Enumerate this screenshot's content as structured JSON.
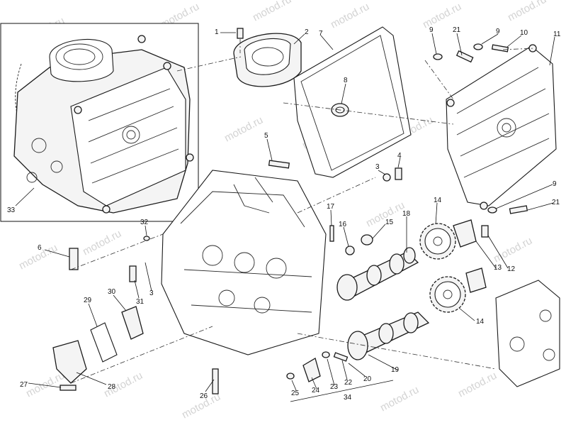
{
  "watermark": "motod.ru",
  "callouts": {
    "n1": "1",
    "n2": "2",
    "n3": "3",
    "n3b": "3",
    "n4": "4",
    "n5": "5",
    "n6": "6",
    "n7": "7",
    "n8": "8",
    "n9a": "9",
    "n9b": "9",
    "n9c": "9",
    "n10": "10",
    "n11": "11",
    "n12": "12",
    "n13": "13",
    "n14a": "14",
    "n14b": "14",
    "n15": "15",
    "n16": "16",
    "n17": "17",
    "n18": "18",
    "n19": "19",
    "n20": "20",
    "n21a": "21",
    "n21b": "21",
    "n22": "22",
    "n23": "23",
    "n24": "24",
    "n25": "25",
    "n26": "26",
    "n27": "27",
    "n28": "28",
    "n29": "29",
    "n30": "30",
    "n31": "31",
    "n32": "32",
    "n33": "33",
    "n34": "34"
  }
}
